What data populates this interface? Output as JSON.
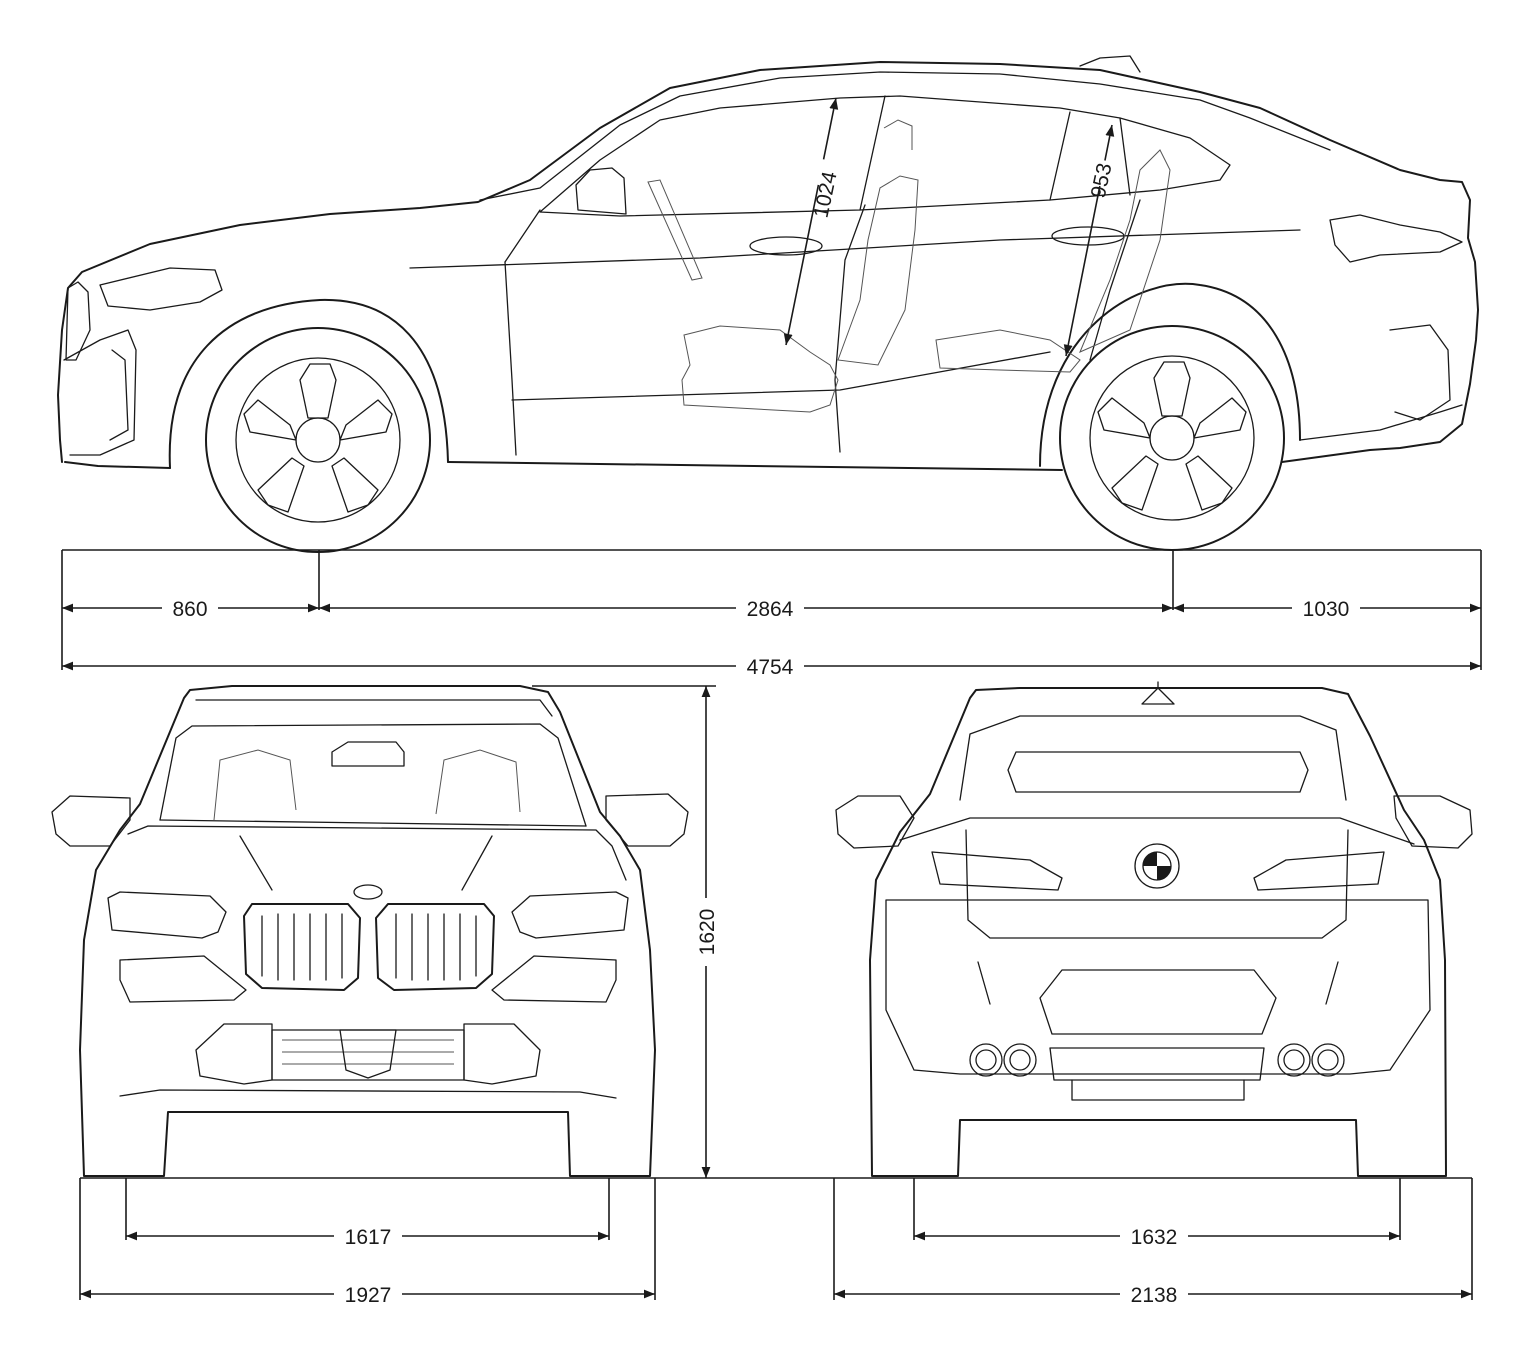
{
  "dimensions": {
    "front_overhang": "860",
    "wheelbase": "2864",
    "rear_overhang": "1030",
    "overall_length": "4754",
    "front_headroom": "1024",
    "rear_headroom": "953",
    "overall_height": "1620",
    "front_track": "1617",
    "overall_width_front": "1927",
    "rear_track": "1632",
    "overall_width_rear": "2138"
  },
  "colors": {
    "line": "#1a1a1a",
    "background": "#ffffff"
  }
}
